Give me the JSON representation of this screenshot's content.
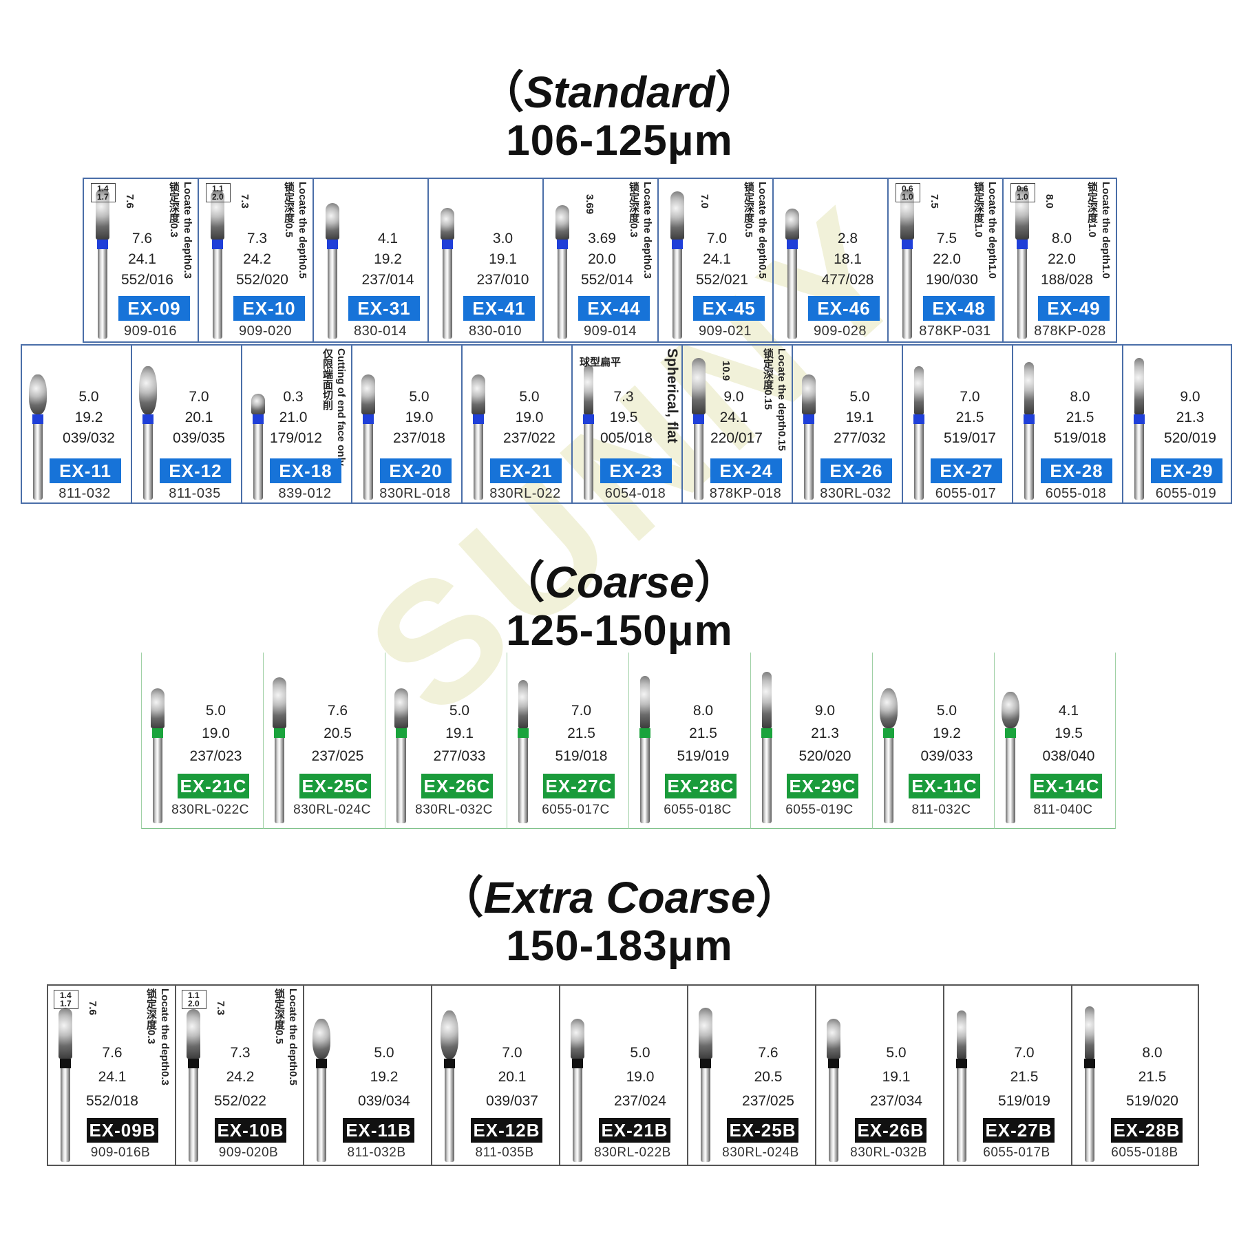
{
  "colors": {
    "standard_band": "#1f3fd8",
    "coarse_band": "#1aa33c",
    "xc_band": "#111111",
    "standard_label": "#1773d8",
    "coarse_label": "#1a9b3b",
    "xc_label": "#111111"
  },
  "sections": {
    "standard": {
      "grade": "Standard",
      "range": "106-125μm"
    },
    "coarse": {
      "grade": "Coarse",
      "range": "125-150μm"
    },
    "xc": {
      "grade": "Extra Coarse",
      "range": "150-183μm"
    }
  },
  "watermark": "SUNNY",
  "standard_row1": [
    {
      "len": "7.6",
      "total": "24.1",
      "size": "552/016",
      "code": "EX-09",
      "iso": "909-016",
      "note_en": "Locate the depth0.3",
      "note_zh": "锁定深度0.3",
      "gauge": [
        "1.4",
        "1.7"
      ],
      "dim": "7.6"
    },
    {
      "len": "7.3",
      "total": "24.2",
      "size": "552/020",
      "code": "EX-10",
      "iso": "909-020",
      "note_en": "Locate the depth0.5",
      "note_zh": "锁定深度0.5",
      "gauge": [
        "1.1",
        "2.0"
      ],
      "dim": "7.3"
    },
    {
      "len": "4.1",
      "total": "19.2",
      "size": "237/014",
      "code": "EX-31",
      "iso": "830-014"
    },
    {
      "len": "3.0",
      "total": "19.1",
      "size": "237/010",
      "code": "EX-41",
      "iso": "830-010"
    },
    {
      "len": "3.69",
      "total": "20.0",
      "size": "552/014",
      "code": "EX-44",
      "iso": "909-014",
      "note_en": "Locate the depth0.3",
      "note_zh": "锁定深度0.3",
      "dim": "3.69"
    },
    {
      "len": "7.0",
      "total": "24.1",
      "size": "552/021",
      "code": "EX-45",
      "iso": "909-021",
      "note_en": "Locate the depth0.5",
      "note_zh": "锁定深度0.5",
      "dim": "7.0"
    },
    {
      "len": "2.8",
      "total": "18.1",
      "size": "477/028",
      "code": "EX-46",
      "iso": "909-028"
    },
    {
      "len": "7.5",
      "total": "22.0",
      "size": "190/030",
      "code": "EX-48",
      "iso": "878KP-031",
      "note_en": "Locate the depth1.0",
      "note_zh": "锁定深度1.0",
      "gauge": [
        "0.6",
        "1.0"
      ],
      "dim": "7.5"
    },
    {
      "len": "8.0",
      "total": "22.0",
      "size": "188/028",
      "code": "EX-49",
      "iso": "878KP-028",
      "note_en": "Locate the depth1.0",
      "note_zh": "锁定深度1.0",
      "gauge": [
        "0.6",
        "1.0"
      ],
      "dim": "8.0"
    }
  ],
  "standard_row2": [
    {
      "len": "5.0",
      "total": "19.2",
      "size": "039/032",
      "code": "EX-11",
      "iso": "811-032"
    },
    {
      "len": "7.0",
      "total": "20.1",
      "size": "039/035",
      "code": "EX-12",
      "iso": "811-035"
    },
    {
      "len": "0.3",
      "total": "21.0",
      "size": "179/012",
      "code": "EX-18",
      "iso": "839-012",
      "note_en": "Cutting of end face only",
      "note_zh": "仅限端面切削"
    },
    {
      "len": "5.0",
      "total": "19.0",
      "size": "237/018",
      "code": "EX-20",
      "iso": "830RL-018"
    },
    {
      "len": "5.0",
      "total": "19.0",
      "size": "237/022",
      "code": "EX-21",
      "iso": "830RL-022"
    },
    {
      "len": "7.3",
      "total": "19.5",
      "size": "005/018",
      "code": "EX-23",
      "iso": "6054-018",
      "note_en": "Spherical, flat",
      "note_zh": "球型扁平"
    },
    {
      "len": "9.0",
      "total": "24.1",
      "size": "220/017",
      "code": "EX-24",
      "iso": "878KP-018",
      "note_en": "Locate the depth0.15",
      "note_zh": "锁定深度0.15",
      "dim": "10.9"
    },
    {
      "len": "5.0",
      "total": "19.1",
      "size": "277/032",
      "code": "EX-26",
      "iso": "830RL-032"
    },
    {
      "len": "7.0",
      "total": "21.5",
      "size": "519/017",
      "code": "EX-27",
      "iso": "6055-017"
    },
    {
      "len": "8.0",
      "total": "21.5",
      "size": "519/018",
      "code": "EX-28",
      "iso": "6055-018"
    },
    {
      "len": "9.0",
      "total": "21.3",
      "size": "520/019",
      "code": "EX-29",
      "iso": "6055-019"
    }
  ],
  "coarse_row": [
    {
      "len": "5.0",
      "total": "19.0",
      "size": "237/023",
      "code": "EX-21C",
      "iso": "830RL-022C"
    },
    {
      "len": "7.6",
      "total": "20.5",
      "size": "237/025",
      "code": "EX-25C",
      "iso": "830RL-024C"
    },
    {
      "len": "5.0",
      "total": "19.1",
      "size": "277/033",
      "code": "EX-26C",
      "iso": "830RL-032C"
    },
    {
      "len": "7.0",
      "total": "21.5",
      "size": "519/018",
      "code": "EX-27C",
      "iso": "6055-017C"
    },
    {
      "len": "8.0",
      "total": "21.5",
      "size": "519/019",
      "code": "EX-28C",
      "iso": "6055-018C"
    },
    {
      "len": "9.0",
      "total": "21.3",
      "size": "520/020",
      "code": "EX-29C",
      "iso": "6055-019C"
    },
    {
      "len": "5.0",
      "total": "19.2",
      "size": "039/033",
      "code": "EX-11C",
      "iso": "811-032C"
    },
    {
      "len": "4.1",
      "total": "19.5",
      "size": "038/040",
      "code": "EX-14C",
      "iso": "811-040C"
    }
  ],
  "xc_row": [
    {
      "len": "7.6",
      "total": "24.1",
      "size": "552/018",
      "code": "EX-09B",
      "iso": "909-016B",
      "note_en": "Locate the depth0.3",
      "note_zh": "锁定深度0.3",
      "gauge": [
        "1.4",
        "1.7"
      ],
      "dim": "7.6"
    },
    {
      "len": "7.3",
      "total": "24.2",
      "size": "552/022",
      "code": "EX-10B",
      "iso": "909-020B",
      "note_en": "Locate the depth0.5",
      "note_zh": "锁定深度0.5",
      "gauge": [
        "1.1",
        "2.0"
      ],
      "dim": "7.3"
    },
    {
      "len": "5.0",
      "total": "19.2",
      "size": "039/034",
      "code": "EX-11B",
      "iso": "811-032B"
    },
    {
      "len": "7.0",
      "total": "20.1",
      "size": "039/037",
      "code": "EX-12B",
      "iso": "811-035B"
    },
    {
      "len": "5.0",
      "total": "19.0",
      "size": "237/024",
      "code": "EX-21B",
      "iso": "830RL-022B"
    },
    {
      "len": "7.6",
      "total": "20.5",
      "size": "237/025",
      "code": "EX-25B",
      "iso": "830RL-024B"
    },
    {
      "len": "5.0",
      "total": "19.1",
      "size": "237/034",
      "code": "EX-26B",
      "iso": "830RL-032B"
    },
    {
      "len": "7.0",
      "total": "21.5",
      "size": "519/019",
      "code": "EX-27B",
      "iso": "6055-017B"
    },
    {
      "len": "8.0",
      "total": "21.5",
      "size": "519/020",
      "code": "EX-28B",
      "iso": "6055-018B"
    }
  ]
}
